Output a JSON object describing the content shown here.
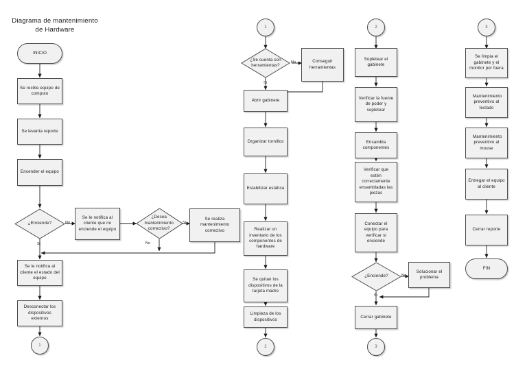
{
  "diagram": {
    "title": "Diagrama de mantenimiento de Hardware",
    "type": "flowchart",
    "columns": 4
  },
  "nodes": {
    "c1": [
      {
        "id": "inicio",
        "shape": "terminator",
        "label": "INICIO"
      },
      {
        "id": "recibe",
        "shape": "process",
        "label": "Se recibe equipo de computo"
      },
      {
        "id": "reporte",
        "shape": "process",
        "label": "Se levanta reporte"
      },
      {
        "id": "encender",
        "shape": "process",
        "label": "Encender el equipo"
      },
      {
        "id": "enciende_q",
        "shape": "decision",
        "label": "¿Enciende?"
      },
      {
        "id": "notifica_no",
        "shape": "process",
        "label": "Se le notifica al cliente que no enciende el equipo"
      },
      {
        "id": "desea_q",
        "shape": "decision",
        "label": "¿Desea mantenimiento correctivo?"
      },
      {
        "id": "correctivo",
        "shape": "process",
        "label": "Se realiza mantenimiento correctivo"
      },
      {
        "id": "notifica_edo",
        "shape": "process",
        "label": "Se le notifica al cliente el estado del equipo"
      },
      {
        "id": "desconectar",
        "shape": "process",
        "label": "Desconectar los dispositivos externos"
      },
      {
        "id": "conn_out_1",
        "shape": "connector",
        "label": "1"
      }
    ],
    "c2": [
      {
        "id": "conn_in_1",
        "shape": "connector",
        "label": "1"
      },
      {
        "id": "herram_q",
        "shape": "decision",
        "label": "¿Se cuenta con herramientas?"
      },
      {
        "id": "conseguir",
        "shape": "process",
        "label": "Conseguir herramientas"
      },
      {
        "id": "abrir",
        "shape": "process",
        "label": "Abrir gabinete"
      },
      {
        "id": "tornillos",
        "shape": "process",
        "label": "Organizar tornillos"
      },
      {
        "id": "estatica",
        "shape": "process",
        "label": "Estabilizar estática"
      },
      {
        "id": "inventario",
        "shape": "process",
        "label": "Realizar un inventario de los componentes de hardware"
      },
      {
        "id": "quitan",
        "shape": "process",
        "label": "Se quitan los dispositivos de la tarjeta madre"
      },
      {
        "id": "limpieza",
        "shape": "process",
        "label": "Limpieza de los dispositivos"
      },
      {
        "id": "conn_out_2",
        "shape": "connector",
        "label": "2"
      }
    ],
    "c3": [
      {
        "id": "conn_in_2",
        "shape": "connector",
        "label": "2"
      },
      {
        "id": "sopletear",
        "shape": "process",
        "label": "Sopletear el gabinete"
      },
      {
        "id": "fuente",
        "shape": "process",
        "label": "Verificar la fuente de poder y sopletear"
      },
      {
        "id": "ensambla",
        "shape": "process",
        "label": "Ensambla componentes"
      },
      {
        "id": "verificar",
        "shape": "process",
        "label": "Verificar que estén correctamente ensambladas las piezas"
      },
      {
        "id": "conectar",
        "shape": "process",
        "label": "Conectar el equipo para verificar si enciende"
      },
      {
        "id": "enciende2_q",
        "shape": "decision",
        "label": "¿Enciende?"
      },
      {
        "id": "solucionar",
        "shape": "process",
        "label": "Solucionar el problema"
      },
      {
        "id": "cerrar_gab",
        "shape": "process",
        "label": "Cerrar gabinete"
      },
      {
        "id": "conn_out_3",
        "shape": "connector",
        "label": "3"
      }
    ],
    "c4": [
      {
        "id": "conn_in_3",
        "shape": "connector",
        "label": "3"
      },
      {
        "id": "limpia_gab",
        "shape": "process",
        "label": "Se limpia el gabinete y el monitor por fuera"
      },
      {
        "id": "teclado",
        "shape": "process",
        "label": "Mantenimiento preventivo al teclado"
      },
      {
        "id": "mouse",
        "shape": "process",
        "label": "Mantenimiento preventivo al mouse"
      },
      {
        "id": "entregar",
        "shape": "process",
        "label": "Entregar el equipo al cliente"
      },
      {
        "id": "cerrar_rep",
        "shape": "process",
        "label": "Cerrar reporte"
      },
      {
        "id": "fin",
        "shape": "terminator",
        "label": "FIN"
      }
    ]
  },
  "edge_labels": {
    "enciende_no": "No",
    "enciende_si": "Si",
    "desea_si": "Si",
    "desea_no": "No",
    "herram_no": "No",
    "herram_si": "Si",
    "enciende2_no": "No",
    "enciende2_si": "Si"
  },
  "colors": {
    "node_fill": "#f1f1f1",
    "node_stroke": "#4d4d4d",
    "edge_stroke": "#1a1a1a",
    "text": "#1a1a1a",
    "background": "#ffffff"
  }
}
